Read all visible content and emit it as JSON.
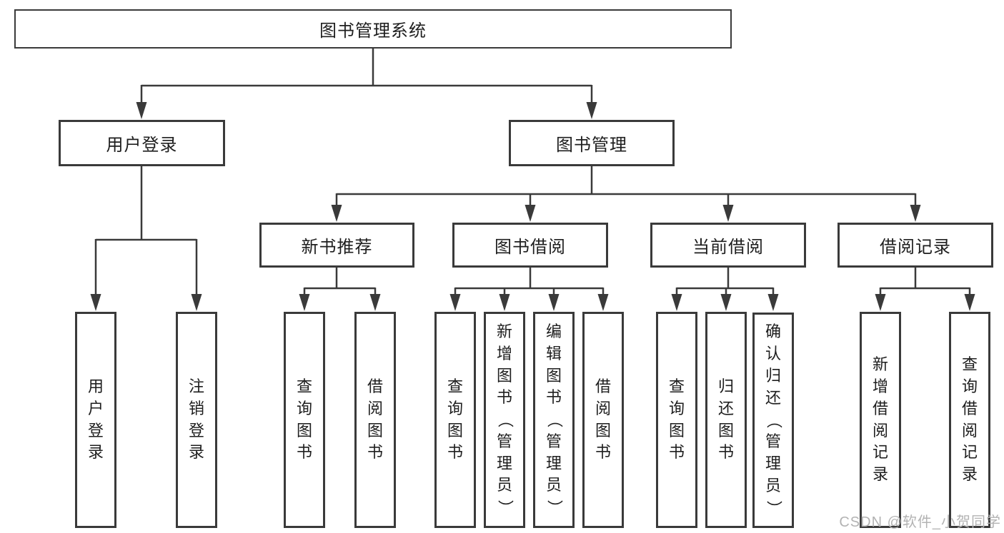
{
  "colors": {
    "line": "#3a3a3a",
    "text": "#1e1e1e",
    "watermark": "#b3b3b3",
    "background": "#ffffff"
  },
  "root": {
    "label": "图书管理系统",
    "children": [
      {
        "label": "用户登录",
        "children": [
          {
            "label": "用户登录"
          },
          {
            "label": "注销登录"
          }
        ]
      },
      {
        "label": "图书管理",
        "children": [
          {
            "label": "新书推荐",
            "children": [
              {
                "label": "查询图书"
              },
              {
                "label": "借阅图书"
              }
            ]
          },
          {
            "label": "图书借阅",
            "children": [
              {
                "label": "查询图书"
              },
              {
                "label": "新增图书（管理员）"
              },
              {
                "label": "编辑图书（管理员）"
              },
              {
                "label": "借阅图书"
              }
            ]
          },
          {
            "label": "当前借阅",
            "children": [
              {
                "label": "查询图书"
              },
              {
                "label": "归还图书"
              },
              {
                "label": "确认归还（管理员）"
              }
            ]
          },
          {
            "label": "借阅记录",
            "children": [
              {
                "label": "新增借阅记录"
              },
              {
                "label": "查询借阅记录"
              }
            ]
          }
        ]
      }
    ]
  },
  "watermark": {
    "text": "CSDN @软件_小贺同学"
  }
}
